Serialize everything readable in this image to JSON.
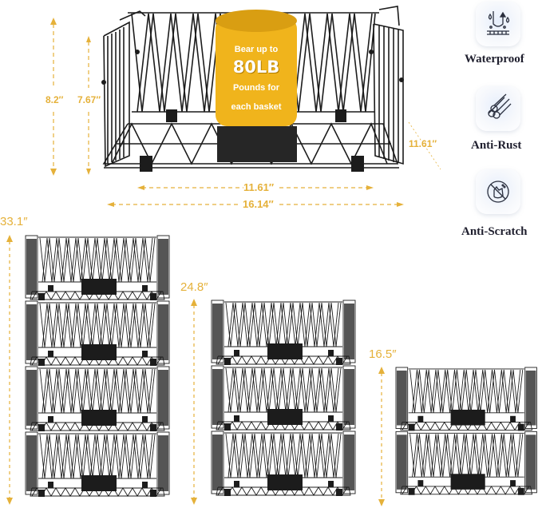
{
  "top_basket": {
    "height_outer": "8.2″",
    "height_inner": "7.67″",
    "width_inner": "11.61″",
    "width_outer": "16.14″",
    "depth": "11.61″"
  },
  "load_badge": {
    "line1": "Bear up to",
    "weight": "80LB",
    "line3": "Pounds for",
    "line4": "each basket",
    "color": "#f0b41c"
  },
  "features": [
    {
      "label": "Waterproof",
      "icon": "waterproof-icon"
    },
    {
      "label": "Anti-Rust",
      "icon": "anti-rust-icon"
    },
    {
      "label": "Anti-Scratch",
      "icon": "anti-scratch-icon"
    }
  ],
  "stacks": [
    {
      "count": 4,
      "height": "33.1″"
    },
    {
      "count": 3,
      "height": "24.8″"
    },
    {
      "count": 2,
      "height": "16.5″"
    }
  ],
  "colors": {
    "dimension": "#e5b13a",
    "wire": "#1c1c1c",
    "label": "#1f1f2e"
  }
}
